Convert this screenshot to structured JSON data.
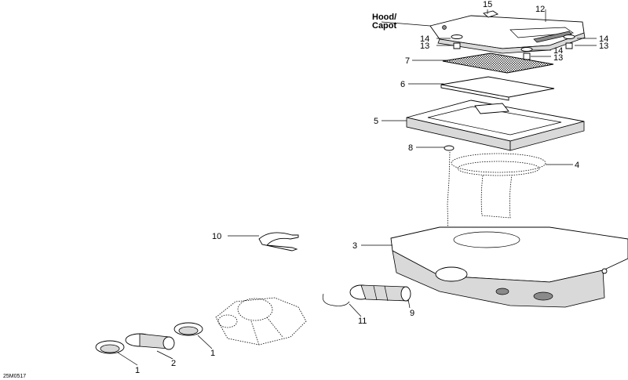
{
  "diagram": {
    "hood_label": [
      "Hood/",
      "Capot"
    ],
    "drawing_code": "25M0517",
    "callouts": {
      "c1a": "1",
      "c1b": "1",
      "c2": "2",
      "c3": "3",
      "c4": "4",
      "c5": "5",
      "c6": "6",
      "c7": "7",
      "c8": "8",
      "c9": "9",
      "c10": "10",
      "c11": "11",
      "c12": "12",
      "c13a": "13",
      "c13b": "13",
      "c13c": "13",
      "c14a": "14",
      "c14b": "14",
      "c14c": "14",
      "c15": "15"
    }
  }
}
